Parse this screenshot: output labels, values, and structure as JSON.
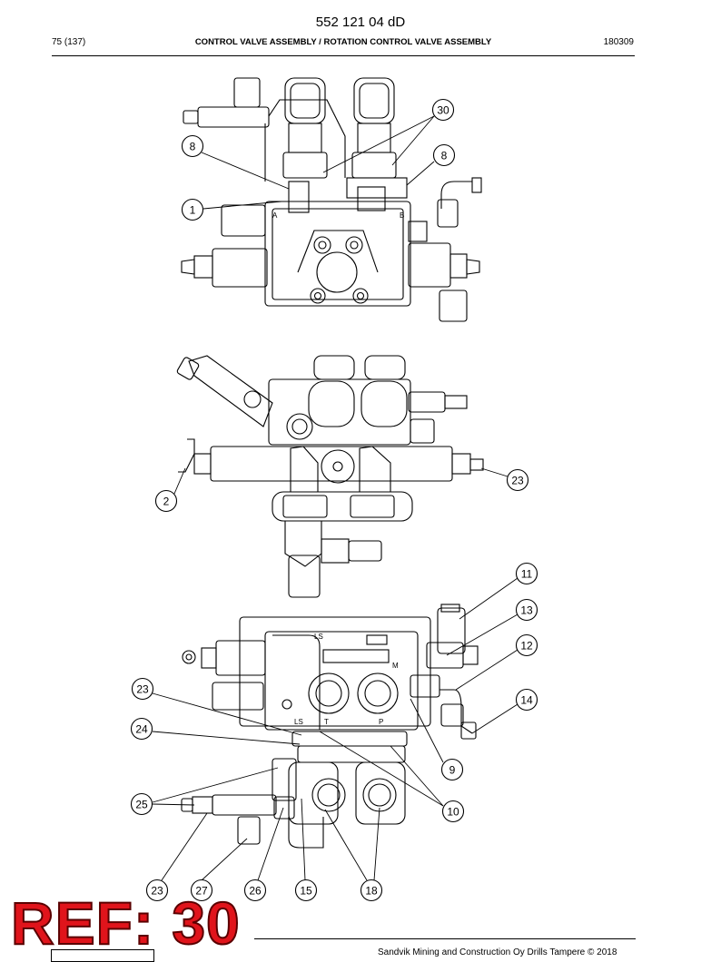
{
  "header": {
    "doc_number": "552 121 04 dD",
    "page": "75 (137)",
    "title": "CONTROL VALVE ASSEMBLY / ROTATION CONTROL VALVE ASSEMBLY",
    "date": "180309"
  },
  "callouts": [
    {
      "id": "c30",
      "label": "30"
    },
    {
      "id": "c8a",
      "label": "8"
    },
    {
      "id": "c8b",
      "label": "8"
    },
    {
      "id": "c1",
      "label": "1"
    },
    {
      "id": "c2",
      "label": "2"
    },
    {
      "id": "c23a",
      "label": "23"
    },
    {
      "id": "c11",
      "label": "11"
    },
    {
      "id": "c13",
      "label": "13"
    },
    {
      "id": "c12",
      "label": "12"
    },
    {
      "id": "c14",
      "label": "14"
    },
    {
      "id": "c23b",
      "label": "23"
    },
    {
      "id": "c24",
      "label": "24"
    },
    {
      "id": "c9",
      "label": "9"
    },
    {
      "id": "c25",
      "label": "25"
    },
    {
      "id": "c10",
      "label": "10"
    },
    {
      "id": "c23c",
      "label": "23"
    },
    {
      "id": "c27",
      "label": "27"
    },
    {
      "id": "c26",
      "label": "26"
    },
    {
      "id": "c15",
      "label": "15"
    },
    {
      "id": "c18",
      "label": "18"
    }
  ],
  "port_marks": {
    "a": "A",
    "b": "B",
    "ls1": "LS",
    "ls2": "LS",
    "t": "T",
    "p": "P",
    "m": "M"
  },
  "ref_stamp": "REF: 30",
  "footer": {
    "copyright": "Sandvik Mining and Construction Oy Drills Tampere © 2018"
  }
}
